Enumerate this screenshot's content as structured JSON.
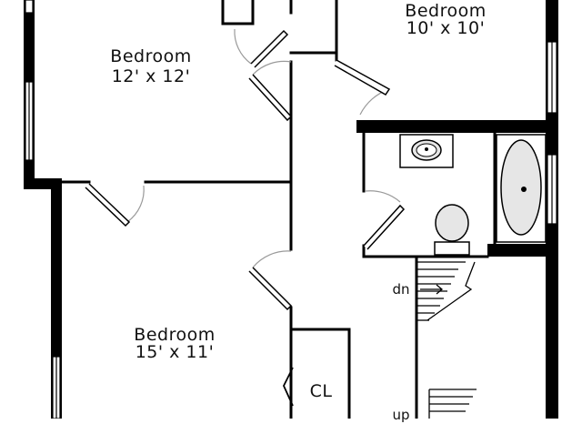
{
  "rooms": {
    "bedroom_top_left": {
      "name": "Bedroom",
      "dims": "12' x 12'"
    },
    "bedroom_top_right": {
      "name": "Bedroom",
      "dims": "10' x 10'"
    },
    "bedroom_bottom": {
      "name": "Bedroom",
      "dims": "15' x 11'"
    },
    "closet": {
      "name": "CL"
    }
  },
  "stairs": {
    "down_label": "dn",
    "up_label": "up"
  },
  "colors": {
    "wall": "#000000",
    "door_swing": "#9a9a9a",
    "background": "#ffffff",
    "fixture_fill": "#e6e6e6"
  }
}
